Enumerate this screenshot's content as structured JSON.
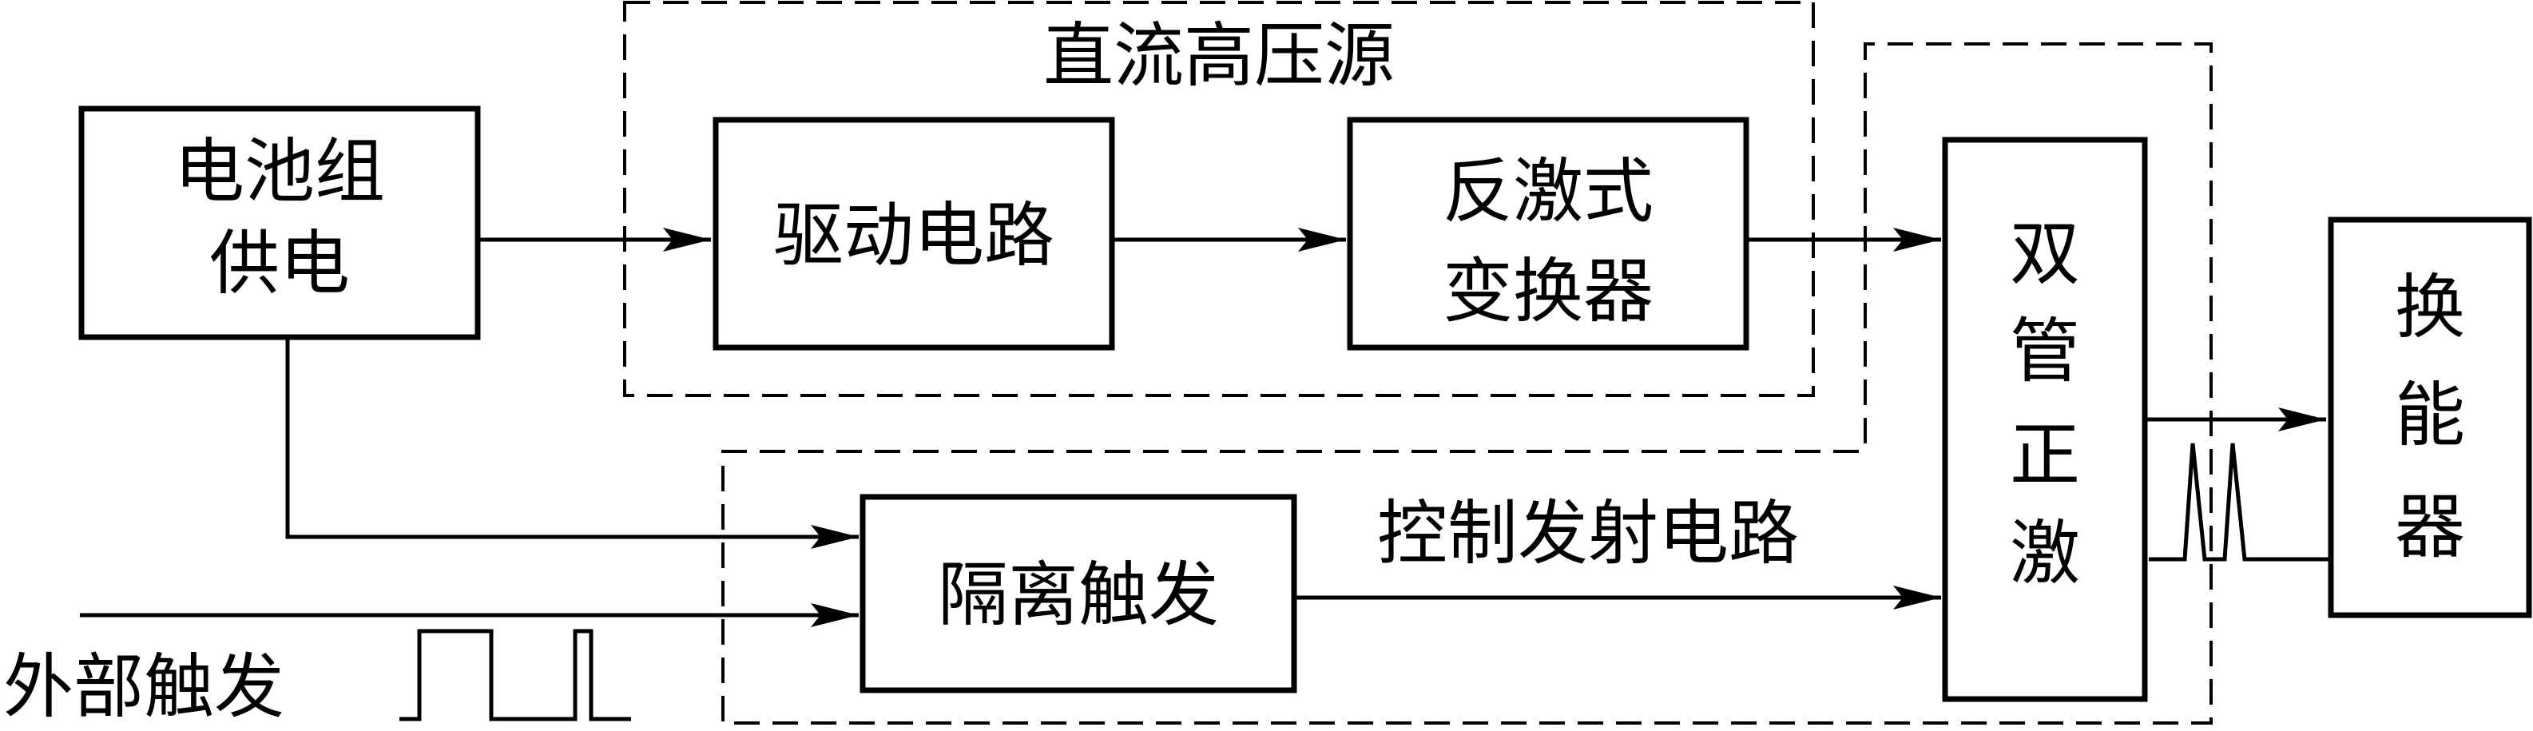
{
  "blocks": {
    "battery": [
      "电池组",
      "供电"
    ],
    "driver": "驱动电路",
    "flyback": [
      "反激式",
      "变换器"
    ],
    "double_tube": [
      "双",
      "管",
      "正",
      "激"
    ],
    "transducer": [
      "换",
      "能",
      "器"
    ],
    "isolation": "隔离触发"
  },
  "groups": {
    "dc_high_voltage": "直流高压源",
    "control_emit": "控制发射电路"
  },
  "input_label": "外部触发"
}
